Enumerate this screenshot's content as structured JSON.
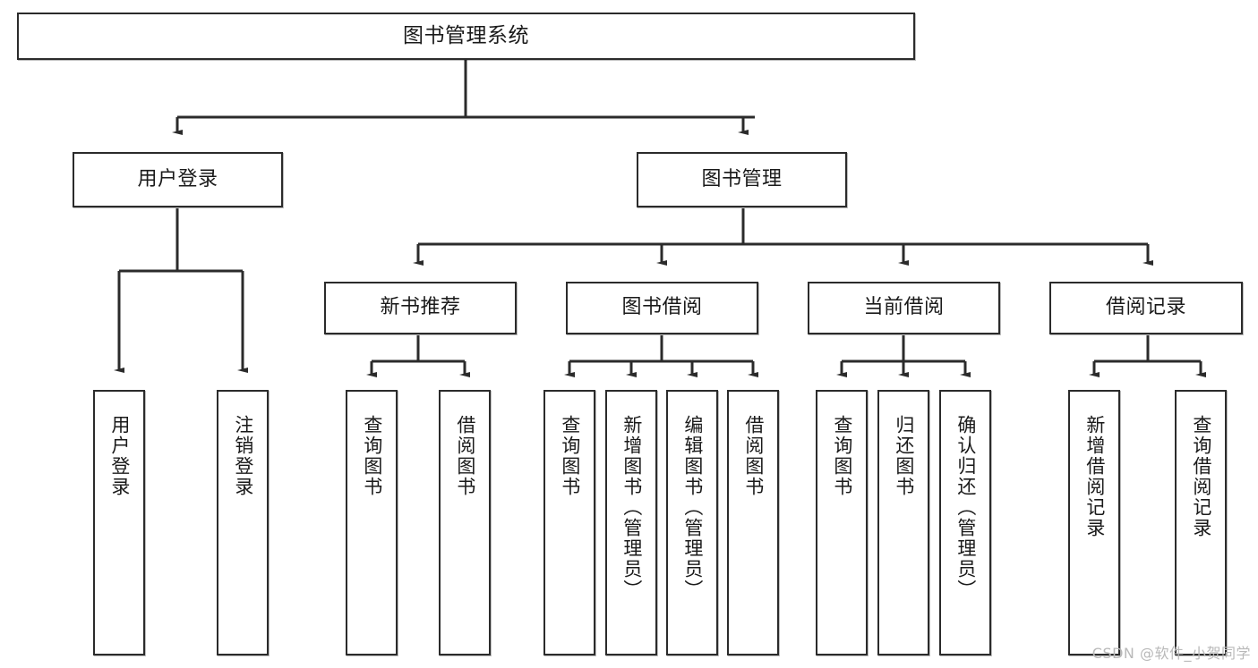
{
  "diagram": {
    "type": "tree",
    "title": "图书管理系统",
    "watermark": "CSDN @软件_小贺同学",
    "colors": {
      "stroke": "#2b2b2b",
      "fill": "#ffffff",
      "text": "#1a1a1a",
      "watermark": "#b9b9b9"
    },
    "nodes": {
      "root": {
        "label": "图书管理系统"
      },
      "level2": [
        {
          "label": "用户登录"
        },
        {
          "label": "图书管理"
        }
      ],
      "level3": [
        {
          "label": "新书推荐"
        },
        {
          "label": "图书借阅"
        },
        {
          "label": "当前借阅"
        },
        {
          "label": "借阅记录"
        }
      ],
      "leaves": {
        "user_login": [
          {
            "label": "用户登录"
          },
          {
            "label": "注销登录"
          }
        ],
        "new_book": [
          {
            "label": "查询图书"
          },
          {
            "label": "借阅图书"
          }
        ],
        "book_borrow": [
          {
            "label": "查询图书"
          },
          {
            "label": "新增图书（管理员）"
          },
          {
            "label": "编辑图书（管理员）"
          },
          {
            "label": "借阅图书"
          }
        ],
        "current_borrow": [
          {
            "label": "查询图书"
          },
          {
            "label": "归还图书"
          },
          {
            "label": "确认归还（管理员）"
          }
        ],
        "borrow_record": [
          {
            "label": "新增借阅记录"
          },
          {
            "label": "查询借阅记录"
          }
        ]
      }
    }
  }
}
